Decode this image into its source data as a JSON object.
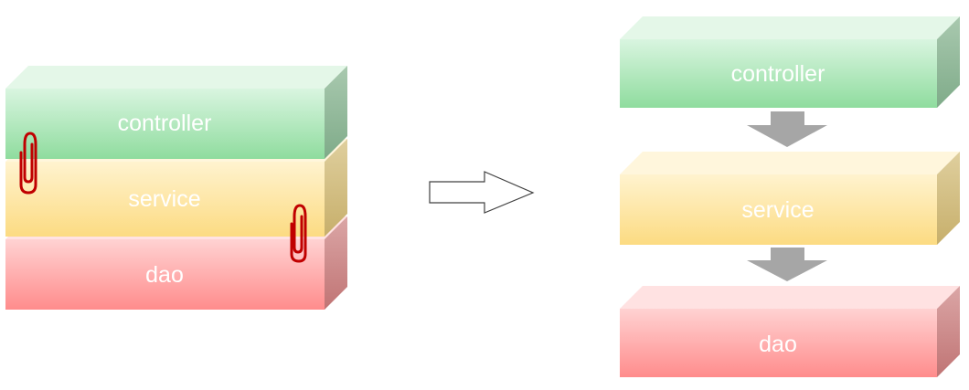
{
  "left_stack": {
    "layers": [
      {
        "label": "controller"
      },
      {
        "label": "service"
      },
      {
        "label": "dao"
      }
    ]
  },
  "right_stack": {
    "layers": [
      {
        "label": "controller"
      },
      {
        "label": "service"
      },
      {
        "label": "dao"
      }
    ]
  },
  "colors": {
    "controller_light": "#d9f5e0",
    "controller_dark": "#8fdc9e",
    "controller_top": "#e4f7e8",
    "controller_side": "#8fb898",
    "service_light": "#fff3cf",
    "service_dark": "#fcdb82",
    "service_top": "#fff6dc",
    "service_side": "#d4bf82",
    "dao_light": "#ffd2d2",
    "dao_dark": "#ff8c8c",
    "dao_top": "#ffe2e2",
    "dao_side": "#cf8a8a",
    "clip": "#c00000",
    "flow_arrow": "#a6a6a6",
    "transform_arrow_stroke": "#404040"
  }
}
